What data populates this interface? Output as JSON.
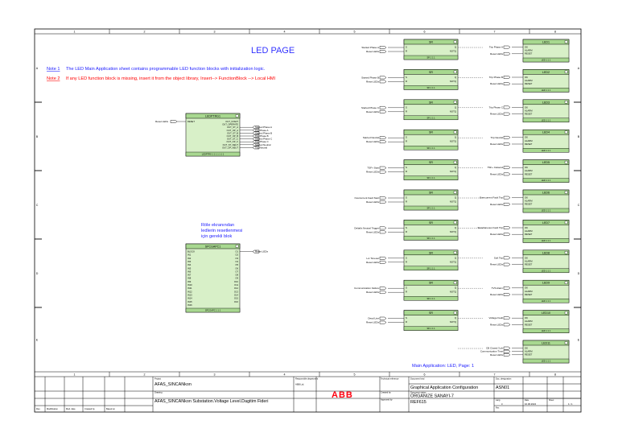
{
  "page": {
    "title": "LED PAGE",
    "notes": [
      {
        "label": "Note 1",
        "text": "The LED Main Application sheet contains programmable LED function blocks with initialization logic."
      },
      {
        "label": "Note 2",
        "text": "If any LED function block is missing, insert it from the object library, Insert--> FunctionBlock --> Local HMI"
      }
    ],
    "comment_lines": [
      "Röle ekranından",
      "ledlerin resetlenmesi",
      "için gerekli blok"
    ],
    "footer": "Main Application: LED, Page: 1",
    "colors": {
      "note1": "#1a1aff",
      "note2": "#ff0000",
      "block_fill": "#d8f0c8",
      "block_header": "#a8d890",
      "title": "#3333ff"
    }
  },
  "grid": {
    "columns": [
      "1",
      "2",
      "3",
      "4",
      "5",
      "6",
      "7",
      "8"
    ],
    "rows": [
      "A",
      "B",
      "C",
      "D",
      "E"
    ]
  },
  "ledptrg": {
    "title": "LEDPTRG1",
    "input": "RESET",
    "input_signal": "Reset LEDs",
    "outputs": [
      "OUT_START",
      "OUT_OPERATE",
      "OUT_ST_A",
      "OUT_OP_A",
      "OUT_ST_B",
      "OUT_OP_B",
      "OUT_ST_C",
      "OUT_OP_C",
      "OUT_ST_NEUT",
      "OUT_OP_NEUT"
    ],
    "output_signals": [
      "Started Phase A",
      "Trip Phase A",
      "Started Phase B",
      "Trip Phase B",
      "Started Phase C",
      "Trip Phase C",
      "Started Neutral",
      "Trip Neutral"
    ],
    "footer": "LEDPTRG 1 1 1 1 1 1 1"
  },
  "spcgapc": {
    "title": "SPCGAPC1",
    "inputs": [
      "BLOCK",
      "IN1",
      "IN2",
      "IN3",
      "IN4",
      "IN5",
      "IN6",
      "IN7",
      "IN8",
      "IN9",
      "IN10",
      "IN11",
      "IN12",
      "IN13",
      "IN14",
      "IN15",
      "IN16"
    ],
    "outputs": [
      "O1",
      "O2",
      "O3",
      "O4",
      "O5",
      "O6",
      "O7",
      "O8",
      "O9",
      "O10",
      "O11",
      "O12",
      "O13",
      "O14",
      "O15",
      "O16"
    ],
    "output_signal": "Reset LEDs",
    "footer": "SPCGAPC 1 1 1"
  },
  "sr_blocks": {
    "title": "SR",
    "pin_s": "S",
    "pin_r": "R",
    "pin_q": "Q",
    "pin_notq": "NOTQ",
    "reset_label": "Reset LEDs",
    "footer": "SR 1 1 1",
    "set_labels": [
      "Started Phase A",
      "Started Phase B",
      "Started Phase C",
      "Started Neutral",
      "TSF+ Start",
      "Overcurrent Fault Start",
      "Deltafix Neutral Trigger",
      "I+1 Timeout",
      "Communication Failure",
      "Dead Line"
    ]
  },
  "led_blocks": {
    "titles": [
      "LED1",
      "LED2",
      "LED3",
      "LED4",
      "LED5",
      "LED6",
      "LED7",
      "LED8",
      "LED9",
      "LED10",
      "LED11"
    ],
    "pins": [
      "OK",
      "ALARM",
      "RESET"
    ],
    "footer": "LED 1 1 1",
    "ok_labels": [
      "Trip Phase A",
      "Trip Phase B",
      "Trip Phase C",
      "Trip Neutral",
      "TSF+ Catsend",
      "Overcurrent Fault Trip",
      "Simultaneous Fault Trip",
      "Soft Trip",
      "TVS Alarm",
      "Voltage Fault",
      "CB Closed 3 ph"
    ],
    "ok2_label": "Communication Time",
    "reset_label": "Reset LEDs"
  },
  "title_block": {
    "project_label": "Project",
    "project": "AFAS_SINCANkon",
    "drawing_label": "Drawing",
    "drawing": "AFAS_SINCANkon Substation.Voltage Level.Dagitim Fideri",
    "responsible_label": "Responsible department",
    "responsible": "ABB Ltd.",
    "technical_label": "Technical reference",
    "created_label": "Created by",
    "approved_label": "Approved by",
    "doc_kind_label": "Document kind",
    "doc_kind": "Graphical Application Configuration",
    "doc_status_label": "Document status",
    "org": "ORGANIZE SANAYI-7",
    "ied": "REF615",
    "doc_no_label": "Doc. designation",
    "doc_no": "ASN01",
    "lang_label": "Lang.",
    "lang": "tr",
    "rev_label": "Rev.",
    "date_label": "Date",
    "date": "10.06.2024",
    "sheet_label": "Sheet",
    "sheet": "1 / 1",
    "logo": "ABB",
    "rev_cols": [
      "Rev.",
      "Modification",
      "Mod. date",
      "Created by",
      "Based on"
    ]
  }
}
